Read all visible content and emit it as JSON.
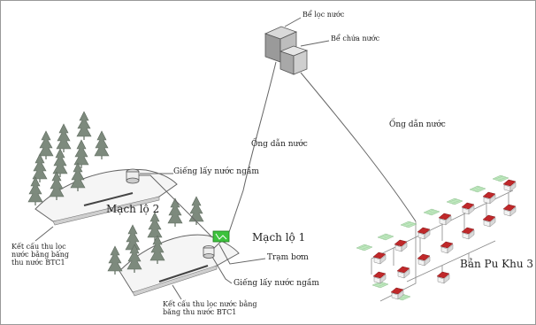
{
  "labels": {
    "filter_tank": "Bể lọc nước",
    "storage_tank": "Bể chứa nước",
    "pipe_left": "Ống dẫn nước",
    "pipe_right": "Ống dẫn nước",
    "intake_well_top": "Giếng lấy nước ngầm",
    "intake_well_bottom": "Giếng lấy nước ngầm",
    "stream_2": "Mạch lộ 2",
    "stream_1": "Mạch lộ 1",
    "pump_station": "Trạm bơm",
    "village": "Bản Pu Khu 3",
    "structure_left_line1": "Kết cấu thu lọc",
    "structure_left_line2": "nước bằng băng",
    "structure_left_line3": "thu nước BTC1",
    "structure_bottom_line1": "Kết cấu thu lọc nước bằng",
    "structure_bottom_line2": "băng thu nước BTC1"
  },
  "colors": {
    "pump_station": "#3cc23c",
    "roof": "#c0282a",
    "tree": "#7d8a7d",
    "line": "#555555"
  }
}
